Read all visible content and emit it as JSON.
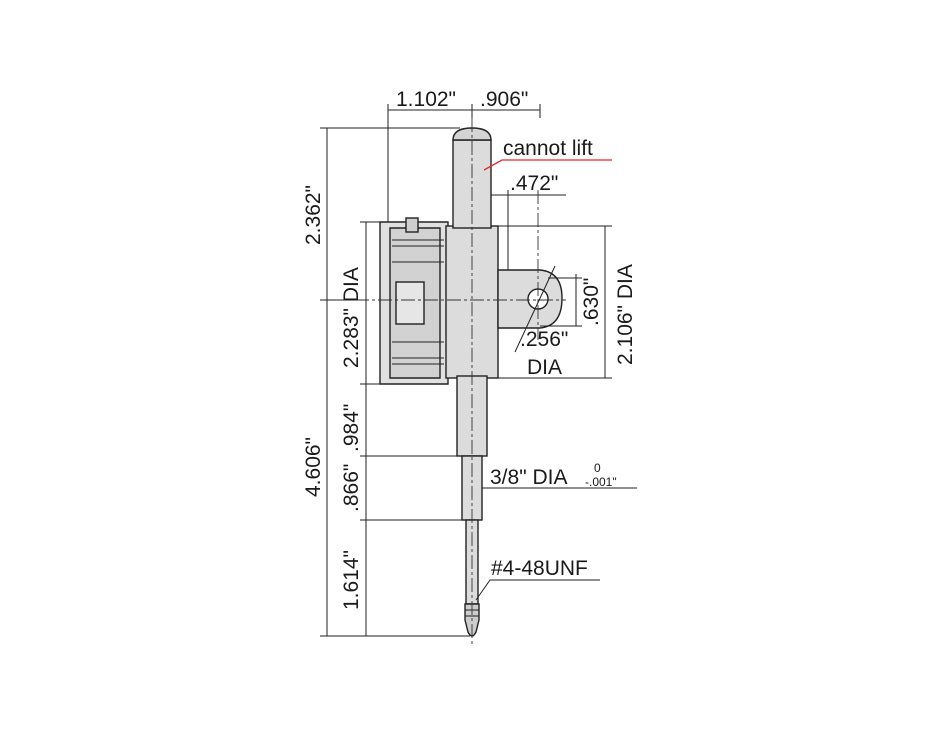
{
  "diagram": {
    "dimensions": {
      "bezel_width": "1.102\"",
      "stem_offset": ".906\"",
      "top_height": "2.362\"",
      "lug_offset": ".472\"",
      "body_dia": "2.283\" DIA",
      "back_dia": "2.106\" DIA",
      "lug_hole_center": ".630\"",
      "lug_hole_dia": ".256\"",
      "lug_hole_dia_suffix": "DIA",
      "total_height": "4.606\"",
      "stem_length": ".984\"",
      "spindle_length": ".866\"",
      "contact_length": "1.614\"",
      "stem_dia": "3/8\" DIA",
      "stem_tol_upper": "0",
      "stem_tol_lower": "-.001\"",
      "thread": "#4-48UNF"
    },
    "annotation": {
      "text": "cannot lift",
      "color": "#e8262b"
    },
    "colors": {
      "body_fill": "#dcdcdc",
      "line": "#222222"
    }
  }
}
